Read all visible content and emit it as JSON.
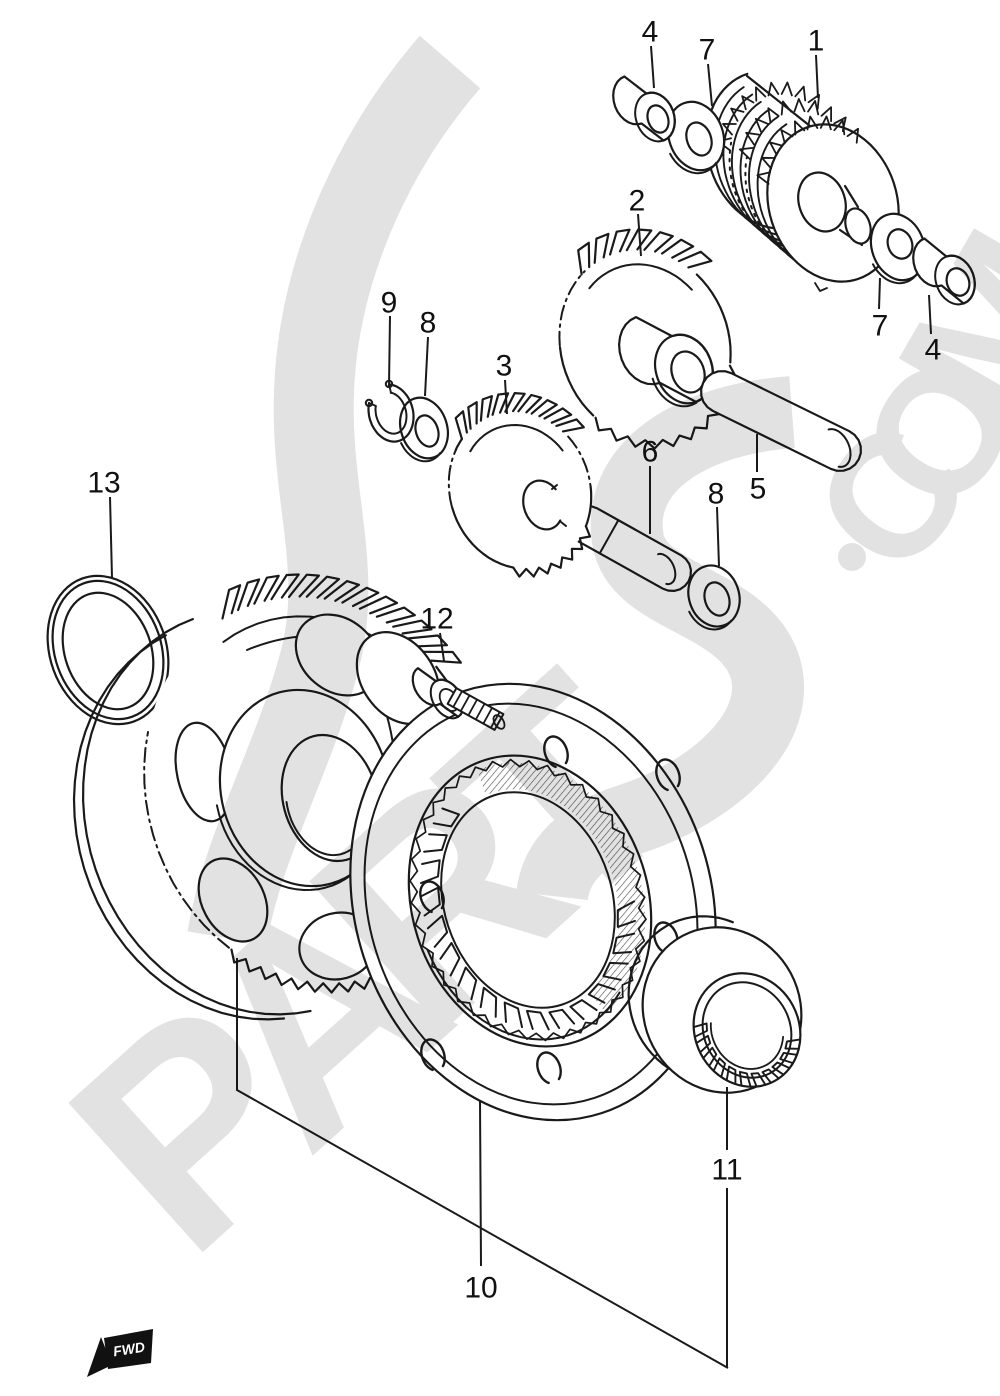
{
  "page": {
    "background": "#ffffff",
    "ink": "#1a1a1a"
  },
  "watermark": {
    "color": "#e2e2e2",
    "letters": [
      "P",
      "A",
      "R",
      "T"
    ],
    "suffix": [
      "C",
      "O",
      "M"
    ]
  },
  "callouts": {
    "c1": "1",
    "c2": "2",
    "c3": "3",
    "c4a": "4",
    "c4b": "4",
    "c5": "5",
    "c6": "6",
    "c7a": "7",
    "c7b": "7",
    "c8a": "8",
    "c8b": "8",
    "c9": "9",
    "c10": "10",
    "c11": "11",
    "c12": "12",
    "c13": "13"
  },
  "fwd": {
    "label": "FWD"
  }
}
